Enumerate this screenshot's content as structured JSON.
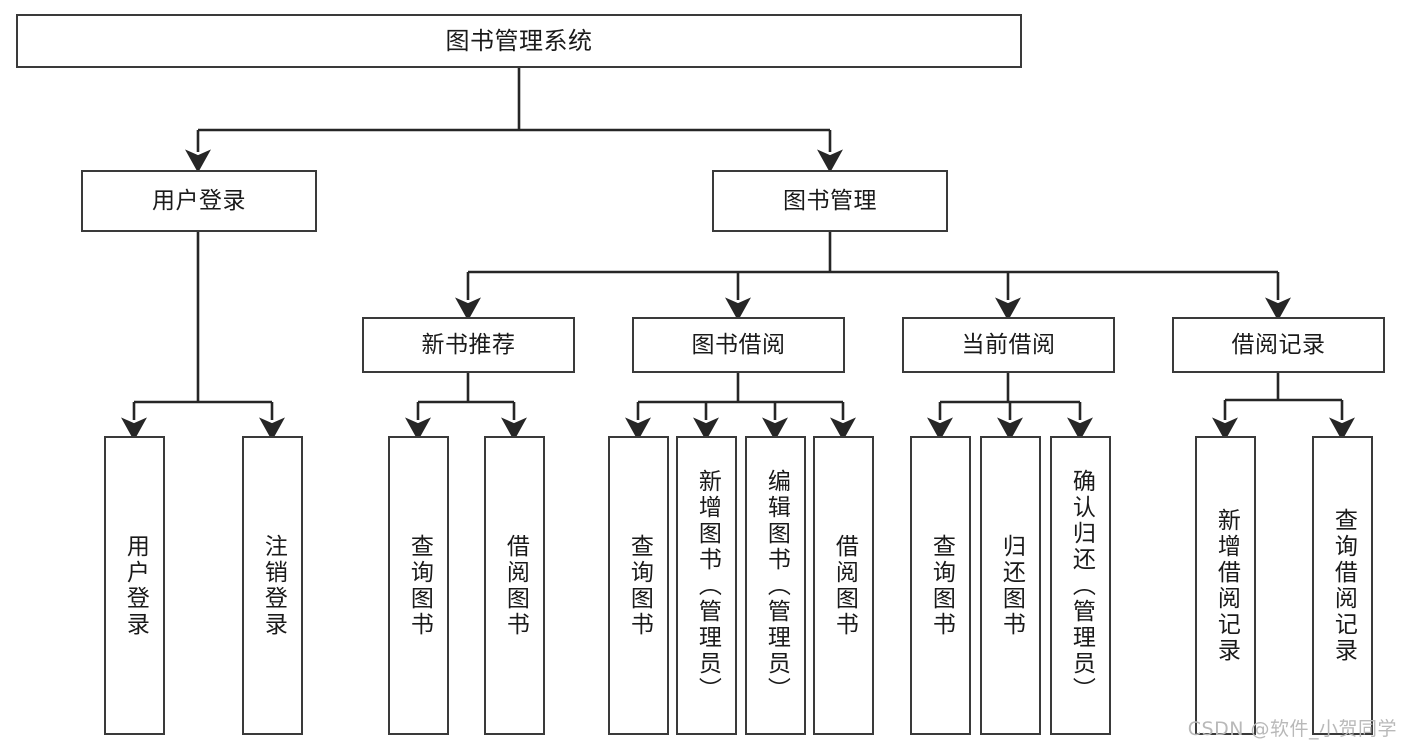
{
  "diagram": {
    "title": "图书管理系统",
    "watermark": "CSDN @软件_小贺同学",
    "colors": {
      "box_border": "#3a3a3a",
      "box_fill": "#ffffff",
      "edge": "#262626",
      "text": "#1a1a1a",
      "watermark": "#b9b9b9"
    },
    "root": {
      "label": "图书管理系统"
    },
    "level2": [
      {
        "label": "用户登录"
      },
      {
        "label": "图书管理"
      }
    ],
    "level3": [
      {
        "label": "新书推荐"
      },
      {
        "label": "图书借阅"
      },
      {
        "label": "当前借阅"
      },
      {
        "label": "借阅记录"
      }
    ],
    "leaves": {
      "user_login": [
        {
          "label": "用户登录"
        },
        {
          "label": "注销登录"
        }
      ],
      "new_book_recommend": [
        {
          "label": "查询图书"
        },
        {
          "label": "借阅图书"
        }
      ],
      "book_borrow": [
        {
          "label": "查询图书"
        },
        {
          "label": "新增图书（管理员）"
        },
        {
          "label": "编辑图书（管理员）"
        },
        {
          "label": "借阅图书"
        }
      ],
      "current_borrow": [
        {
          "label": "查询图书"
        },
        {
          "label": "归还图书"
        },
        {
          "label": "确认归还（管理员）"
        }
      ],
      "borrow_record": [
        {
          "label": "新增借阅记录"
        },
        {
          "label": "查询借阅记录"
        }
      ]
    }
  }
}
